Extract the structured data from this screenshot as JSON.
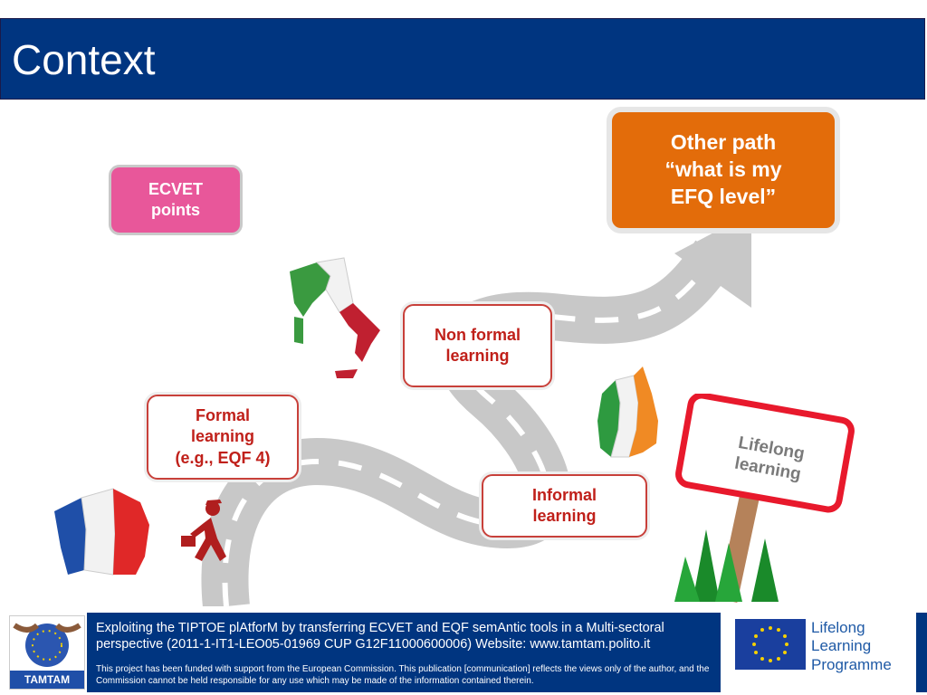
{
  "header": {
    "title": "Context"
  },
  "scene": {
    "ecvet_box": "ECVET\npoints",
    "other_path_box": "Other path\n“what is my\nEFQ level”",
    "non_formal_box": "Non formal\nlearning",
    "formal_box": "Formal\nlearning\n(e.g., EQF 4)",
    "informal_box": "Informal\nlearning",
    "sign": "Lifelong\nlearning"
  },
  "footer": {
    "logo_text": "TAMTAM",
    "main_text": "Exploiting the TIPTOE plAtforM by transferring ECVET and EQF semAntic tools in a Multi-sectoral perspective (2011-1-IT1-LEO05-01969 CUP G12F11000600006) Website: www.tamtam.polito.it",
    "disclaimer": "This project has been funded with support from the European Commission. This publication [communication] reflects the views only of the author, and the Commission cannot be held responsible for any use which may be made of the information contained therein.",
    "llp_label": "Lifelong\nLearning\nProgramme"
  },
  "colors": {
    "title_bg": "#003580",
    "ecvet_pink": "#e8579a",
    "orange": "#e36c0a",
    "red_text": "#c0201a",
    "road": "#c8c8c8"
  },
  "icons": [
    "italy-map-icon",
    "ireland-map-icon",
    "france-map-icon",
    "walking-person-icon",
    "road-arrow-icon",
    "sign-post-icon",
    "eu-flag-icon"
  ]
}
